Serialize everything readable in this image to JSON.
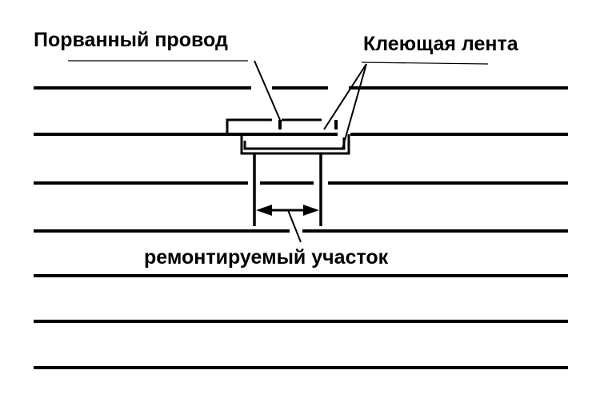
{
  "labels": {
    "torn_wire": "Порванный провод",
    "adhesive_tape": "Клеющая лента",
    "repair_section": "ремонтируемый участок"
  },
  "colors": {
    "line": "#000000",
    "background": "#ffffff"
  }
}
